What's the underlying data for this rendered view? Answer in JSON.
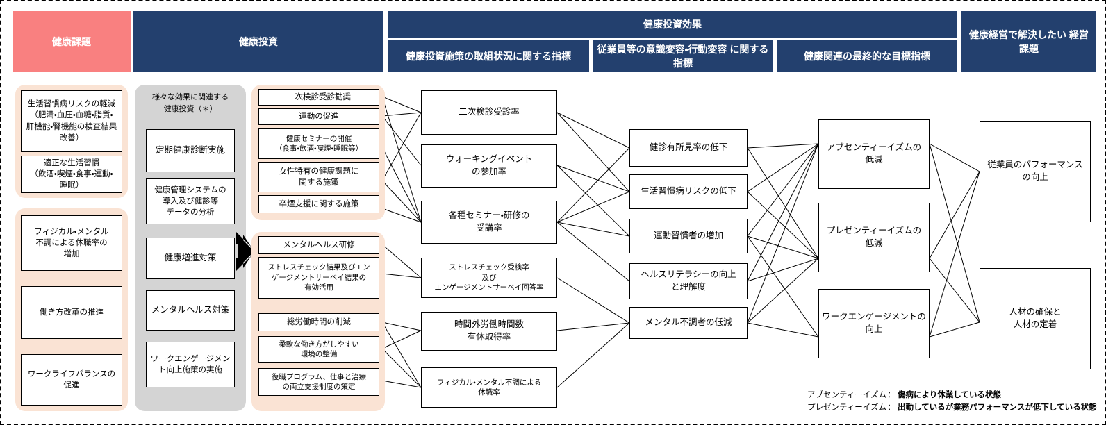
{
  "headers": {
    "health_issues": "健康課題",
    "health_investment": "健康投資",
    "health_investment_effect": "健康投資効果",
    "sub_implementation": "健康投資施策の取組状況に関する指標",
    "sub_awareness": "従業員等の意識変容・行動変容\nに関する指標",
    "sub_final_goal": "健康関連の最終的な目標指標",
    "management_issues": "健康経営で解決したい\n経営課題"
  },
  "col_health_issues": {
    "group_a": [
      "生活習慣病リスクの軽減\n（肥満・血圧・血糖・脂質・\n肝機能・腎機能の検査結果\n改善）",
      "適正な生活習慣\n（飲酒・喫煙・食事・運動・\n睡眠）"
    ],
    "group_b": [
      "フィジカル・メンタル\n不調による休職率の\n増加",
      "働き方改革の推進",
      "ワークライフバランスの\n促進"
    ]
  },
  "col_investment_common": {
    "label": "様々な効果に関連する\n健康投資（＊）",
    "items": [
      "定期健康診断実施",
      "健康管理システムの\n導入及び健診等\nデータの分析",
      "健康増進対策",
      "メンタルヘルス対策",
      "ワークエンゲージメン\nト向上施策の実施"
    ]
  },
  "col_investment_measures": {
    "group_a": [
      "二次検診受診勧奨",
      "運動の促進",
      "健康セミナーの開催\n（食事・飲酒・喫煙・睡眠等）",
      "女性特有の健康課題に\n関する施策",
      "卒煙支援に関する施策"
    ],
    "group_b": [
      "メンタルヘルス研修",
      "ストレスチェック結果及びエン\nゲージメントサーベイ結果の\n有効活用",
      "総労働時間の削減",
      "柔軟な働き方がしやすい\n環境の整備",
      "復職プログラム、仕事と治療\nの両立支援制度の策定"
    ]
  },
  "col_implementation_indicators": [
    "二次検診受診率",
    "ウォーキングイベント\nの参加率",
    "各種セミナー・研修の\n受講率",
    "ストレスチェック受検率\n及び\nエンゲージメントサーベイ回答率",
    "時間外労働時間数\n有休取得率",
    "フィジカル・メンタル不調による\n休職率"
  ],
  "col_awareness_indicators": [
    "健診有所見率の低下",
    "生活習慣病リスクの低下",
    "運動習慣者の増加",
    "ヘルスリテラシーの向上\nと理解度",
    "メンタル不調者の低減"
  ],
  "col_final_goal_indicators": [
    "アブセンティーイズムの\n低減",
    "プレゼンティーイズムの\n低減",
    "ワークエンゲージメントの\n向上"
  ],
  "col_management_issues": [
    "従業員のパフォーマンス\nの向上",
    "人材の確保と\n人材の定着"
  ],
  "legend": [
    {
      "term": "アブセンティーイズム",
      "colon": "：",
      "desc": "傷病により休業している状態"
    },
    {
      "term": "プレゼンティーイズム",
      "colon": "：",
      "desc": "出勤しているが業務パフォーマンスが低下している状態"
    }
  ],
  "colors": {
    "navy": "#23406e",
    "salmon": "#f98080",
    "peach": "#fae3d4",
    "grey": "#d4d4d4"
  }
}
